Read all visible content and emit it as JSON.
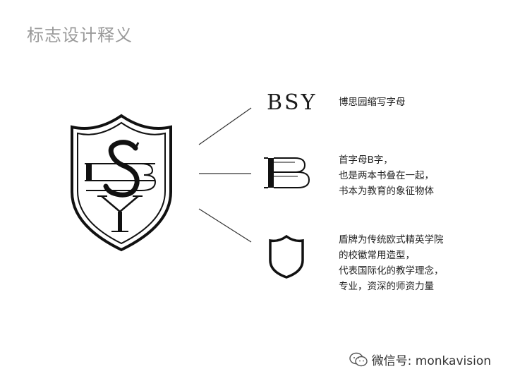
{
  "title": "标志设计释义",
  "icons": {
    "bsy_text": "BSY"
  },
  "descriptions": [
    {
      "lines": [
        "博思园缩写字母"
      ]
    },
    {
      "lines": [
        "首字母B字，",
        "也是两本书叠在一起，",
        "书本为教育的象征物体"
      ]
    },
    {
      "lines": [
        "盾牌为传统欧式精英学院",
        "的校徽常用造型，",
        "代表国际化的教学理念，",
        "专业，资深的师资力量"
      ]
    }
  ],
  "watermark": {
    "text": "微信号: monkavision",
    "icon": "wechat-icon"
  }
}
